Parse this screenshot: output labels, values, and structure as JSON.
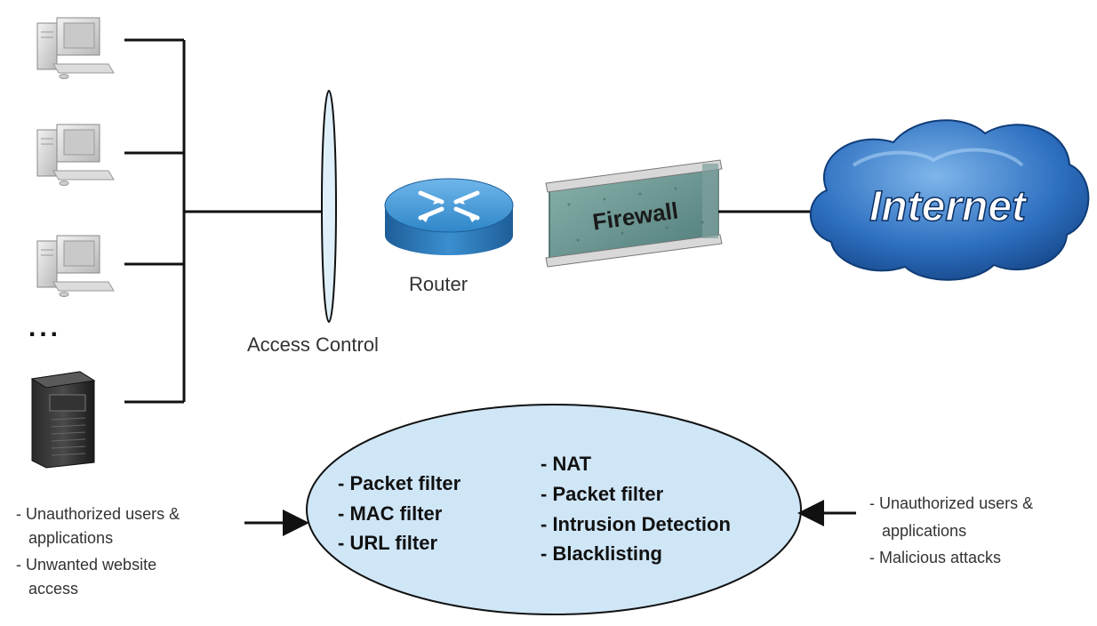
{
  "labels": {
    "access_control": "Access Control",
    "router": "Router",
    "firewall": "Firewall",
    "internet": "Internet",
    "ellipsis": "..."
  },
  "features": {
    "left": [
      "- Packet filter",
      "- MAC filter",
      "- URL filter"
    ],
    "right": [
      "- NAT",
      "- Packet filter",
      "- Intrusion Detection",
      "- Blacklisting"
    ]
  },
  "threats": {
    "left": [
      "- Unauthorized users &",
      "applications",
      "- Unwanted website",
      "access"
    ],
    "right": [
      "- Unauthorized users &",
      "applications",
      "- Malicious attacks"
    ]
  },
  "colors": {
    "ellipse_fill": "#cfe6f7",
    "router_blue": "#2f86c8",
    "firewall_teal": "#5f8f8c",
    "cloud_blue": "#1f5fa8"
  },
  "icons": [
    "desktop-pc-icon",
    "server-icon",
    "router-icon",
    "firewall-icon",
    "internet-cloud-icon"
  ]
}
